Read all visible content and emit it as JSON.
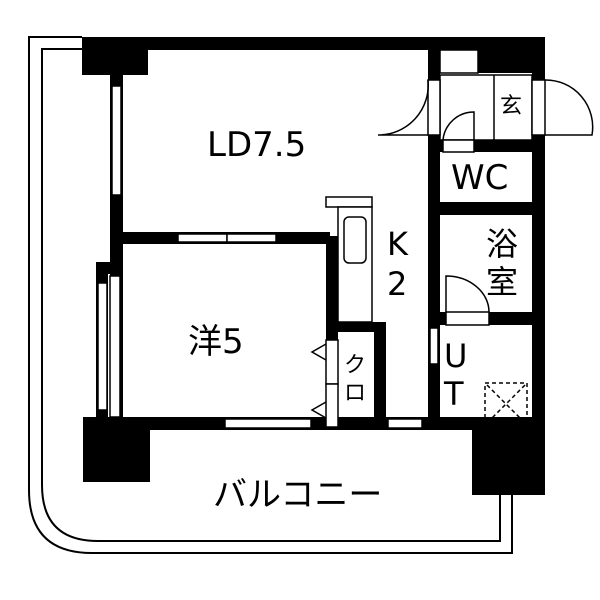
{
  "rooms": {
    "ld": "LD7.5",
    "kitchen_k": "K",
    "kitchen_2": "2",
    "western": "洋5",
    "closet_1": "ク",
    "closet_2": "ロ",
    "entrance": "玄",
    "wc": "WC",
    "bath_1": "浴",
    "bath_2": "室",
    "ut_1": "U",
    "ut_2": "T",
    "balcony": "バルコニー"
  },
  "colors": {
    "wall": "#000000",
    "background": "#ffffff"
  }
}
